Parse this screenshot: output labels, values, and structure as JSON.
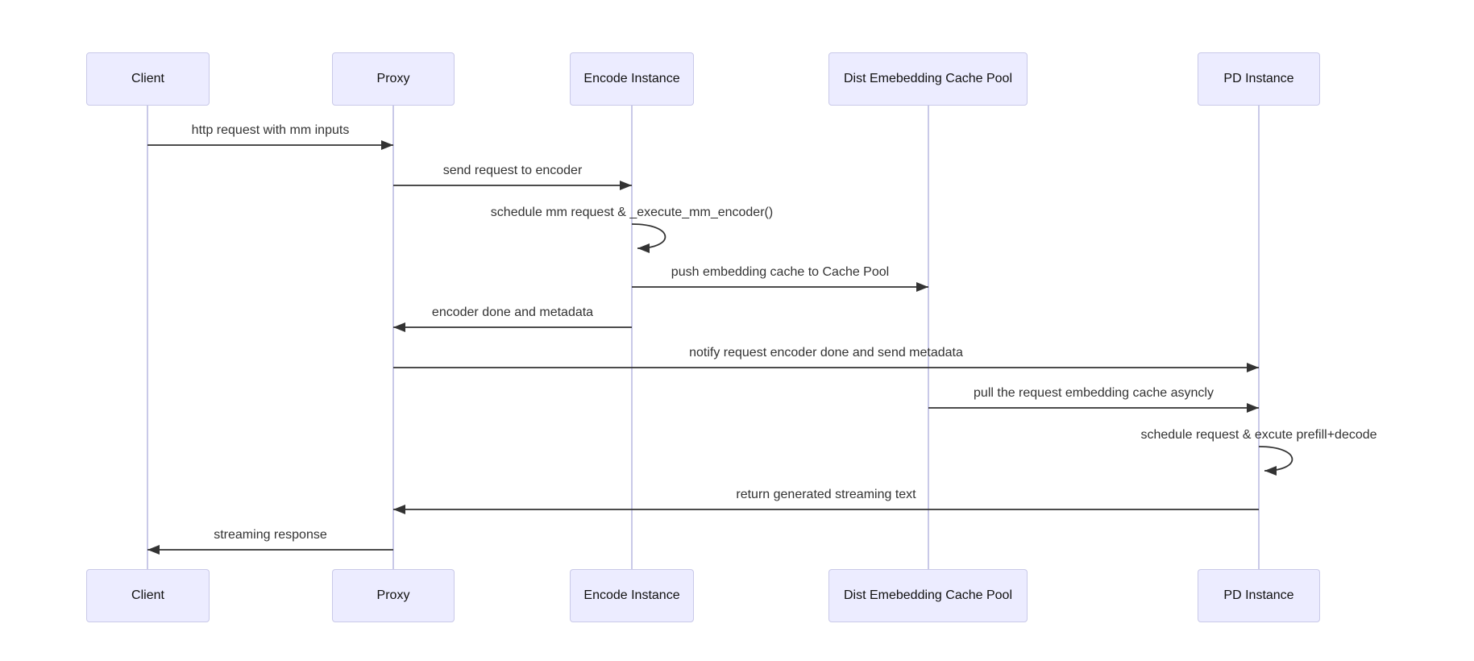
{
  "diagram": {
    "type": "sequence-diagram",
    "actors": [
      {
        "name": "Client"
      },
      {
        "name": "Proxy"
      },
      {
        "name": "Encode Instance"
      },
      {
        "name": "Dist Emebedding Cache Pool"
      },
      {
        "name": "PD Instance"
      }
    ],
    "messages": [
      {
        "label": "http request with mm inputs",
        "from": "Client",
        "to": "Proxy",
        "kind": "solid-arrow"
      },
      {
        "label": "send request to encoder",
        "from": "Proxy",
        "to": "Encode Instance",
        "kind": "solid-arrow"
      },
      {
        "label": "schedule mm request & _execute_mm_encoder()",
        "from": "Encode Instance",
        "to": "Encode Instance",
        "kind": "self-loop"
      },
      {
        "label": "push embedding cache to Cache Pool",
        "from": "Encode Instance",
        "to": "Dist Emebedding Cache Pool",
        "kind": "solid-arrow"
      },
      {
        "label": "encoder done and metadata",
        "from": "Encode Instance",
        "to": "Proxy",
        "kind": "solid-arrow"
      },
      {
        "label": "notify request encoder done and send metadata",
        "from": "Proxy",
        "to": "PD Instance",
        "kind": "solid-arrow"
      },
      {
        "label": "pull the request embedding cache asyncly",
        "from": "Dist Emebedding Cache Pool",
        "to": "PD Instance",
        "kind": "solid-arrow"
      },
      {
        "label": "schedule request & excute prefill+decode",
        "from": "PD Instance",
        "to": "PD Instance",
        "kind": "self-loop"
      },
      {
        "label": "return generated streaming text",
        "from": "PD Instance",
        "to": "Proxy",
        "kind": "solid-arrow"
      },
      {
        "label": "streaming response",
        "from": "Proxy",
        "to": "Client",
        "kind": "solid-arrow"
      }
    ],
    "colors": {
      "actor_fill": "#ececff",
      "actor_border": "#c9c9e8",
      "lifeline": "#c9c9e8",
      "arrow": "#333333",
      "text": "#333333"
    }
  }
}
